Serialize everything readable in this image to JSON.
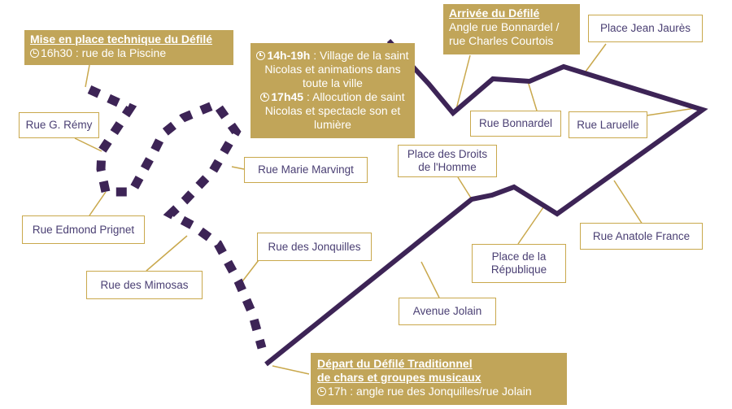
{
  "colors": {
    "route": "#3d2456",
    "gold": "#c1a559",
    "leader": "#c9a84c",
    "label_text": "#4a3f73"
  },
  "icons": {
    "time": "clock-icon"
  },
  "boxes": {
    "mise_en_place": {
      "title": "Mise en place technique du Défilé",
      "time": "16h30",
      "text": " : rue de la Piscine"
    },
    "village": {
      "time1": "14h-19h",
      "text1": " :  Village de la saint Nicolas et animations dans toute la ville",
      "time2": "17h45",
      "text2": " : Allocution de saint Nicolas et spectacle son et lumière"
    },
    "arrivee": {
      "title": "Arrivée du Défilé",
      "line1": "Angle rue Bonnardel /",
      "line2": "rue Charles Courtois"
    },
    "depart": {
      "title1": "Départ du Défilé Traditionnel",
      "title2": "de chars et groupes musicaux",
      "time": "17h",
      "text": " : angle rue des Jonquilles/rue Jolain"
    }
  },
  "labels": {
    "g_remy": "Rue G. Rémy",
    "edmond_prignet": "Rue Edmond Prignet",
    "mimosas": "Rue des Mimosas",
    "marie_marvingt": "Rue Marie Marvingt",
    "jonquilles": "Rue des Jonquilles",
    "droits_homme_1": "Place des Droits",
    "droits_homme_2": "de l'Homme",
    "bonnardel": "Rue Bonnardel",
    "jean_jaures": "Place Jean Jaurès",
    "laruelle": "Rue Laruelle",
    "anatole_france": "Rue Anatole France",
    "republique_1": "Place de la",
    "republique_2": "République",
    "jolain": "Avenue Jolain"
  }
}
